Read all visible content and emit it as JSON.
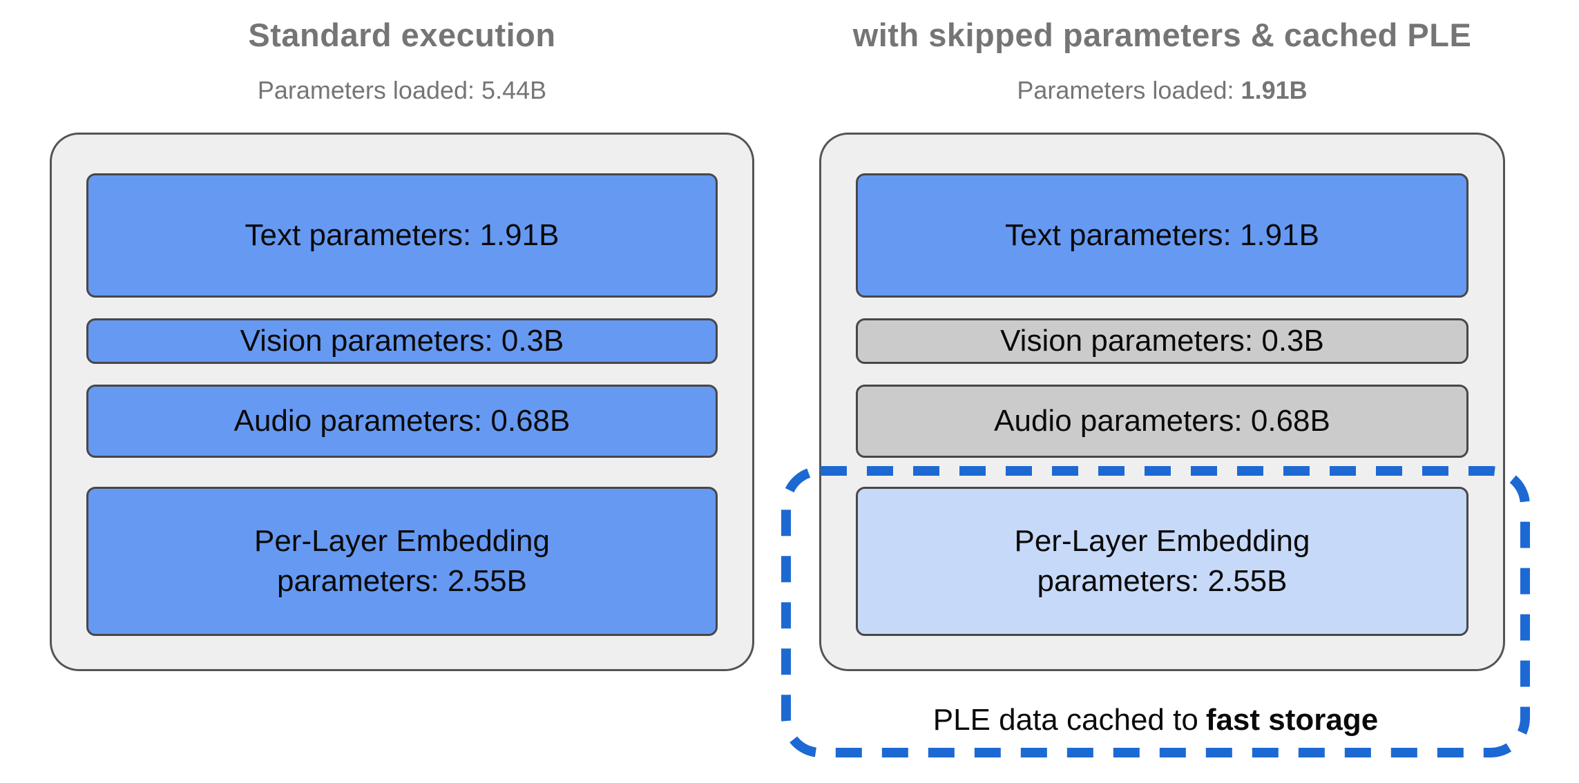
{
  "colors": {
    "loaded_fill": "#6699f2",
    "skipped_fill": "#cbcbcb",
    "cached_fill": "#c7d9f8",
    "dashed_accent": "#1d69d3",
    "heading_gray": "#757575"
  },
  "left_panel": {
    "title": "Standard execution",
    "params_loaded_label": "Parameters loaded:",
    "params_loaded_value": "5.44B",
    "boxes": [
      {
        "label": "Text parameters: 1.91B",
        "state": "loaded"
      },
      {
        "label": "Vision parameters: 0.3B",
        "state": "loaded"
      },
      {
        "label": "Audio parameters: 0.68B",
        "state": "loaded"
      },
      {
        "label": "Per-Layer Embedding parameters: 2.55B",
        "state": "loaded"
      }
    ]
  },
  "right_panel": {
    "title": "with skipped parameters & cached PLE",
    "params_loaded_label": "Parameters loaded:",
    "params_loaded_value": "1.91B",
    "boxes": [
      {
        "label": "Text parameters: 1.91B",
        "state": "loaded"
      },
      {
        "label": "Vision parameters: 0.3B",
        "state": "skipped"
      },
      {
        "label": "Audio parameters: 0.68B",
        "state": "skipped"
      },
      {
        "label": "Per-Layer Embedding parameters: 2.55B",
        "state": "cached"
      }
    ],
    "cache_note_prefix": "PLE data cached to",
    "cache_note_emphasis": "fast storage"
  }
}
